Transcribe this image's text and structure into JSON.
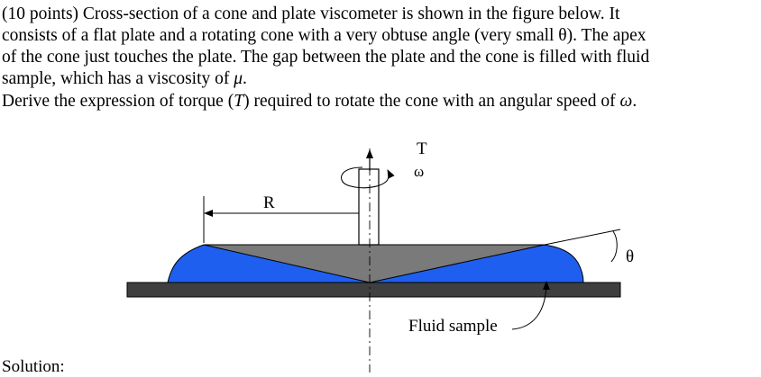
{
  "problem": {
    "line1": "(10 points) Cross-section of a cone and plate viscometer is shown in the figure below. It",
    "line2": "consists of a flat plate and a rotating cone with a very obtuse angle (very small θ). The apex",
    "line3": "of the cone just touches the plate. The gap between the plate and the cone is filled with fluid",
    "line4_pre": "sample, which has a viscosity of ",
    "line4_sym": "μ",
    "line4_post": ".",
    "line5_pre": "Derive the expression of torque (",
    "line5_sym1": "T",
    "line5_mid": ") required to rotate the cone with an angular speed of ",
    "line5_sym2": "ω",
    "line5_post": "."
  },
  "figure": {
    "torque_label": "T",
    "omega_label": "ω",
    "radius_label": "R",
    "theta_label": "θ",
    "fluid_label": "Fluid sample",
    "colors": {
      "fluid": "#1f5ff0",
      "cone": "#7a7a7a",
      "plate": "#3f3f3f"
    }
  },
  "solution_label": "Solution:"
}
